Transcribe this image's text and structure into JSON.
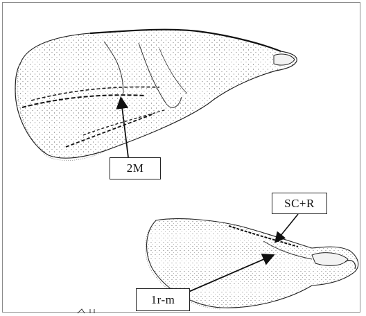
{
  "figure": {
    "labels": {
      "two_m": "2M",
      "sc_r": "SC+R",
      "one_r_m": "1r-m"
    }
  }
}
